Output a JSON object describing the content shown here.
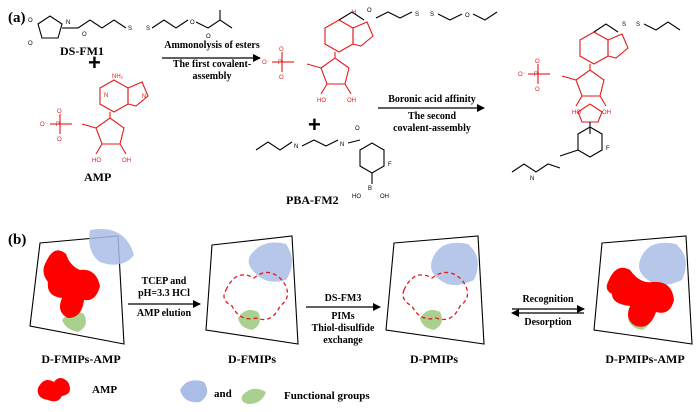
{
  "panel_labels": {
    "a": "(a)",
    "b": "(b)"
  },
  "section_a": {
    "reagent_1": "DS-FM1",
    "reagent_2": "AMP",
    "reagent_3": "PBA-FM2",
    "step_1_line1": "Ammonolysis of esters",
    "step_1_line2": "The first covalent-",
    "step_1_line3": "assembly",
    "step_2_line1": "Boronic acid affinity",
    "step_2_line2": "The second",
    "step_2_line3": "covalent-assembly"
  },
  "section_b": {
    "state_1": "D-FMIPs-AMP",
    "state_2": "D-FMIPs",
    "state_3": "D-PMIPs",
    "state_4": "D-PMIPs-AMP",
    "arrow_1_line1": "TCEP and",
    "arrow_1_line2": "pH=3.3 HCl",
    "arrow_1_line3": "AMP elution",
    "arrow_2_line1": "DS-FM3",
    "arrow_2_line2": "PIMs",
    "arrow_2_line3": "Thiol-disulfide",
    "arrow_2_line4": "exchange",
    "arrow_3_forward": "Recognition",
    "arrow_3_reverse": "Desorption"
  },
  "legend": {
    "amp_label": "AMP",
    "and_label": "and",
    "functional_label": "Functional groups"
  },
  "colors": {
    "amp": "#ff0000",
    "template_line": "#e31a1c",
    "blue_group": "#a9bde6",
    "green_group": "#a9d08e"
  }
}
